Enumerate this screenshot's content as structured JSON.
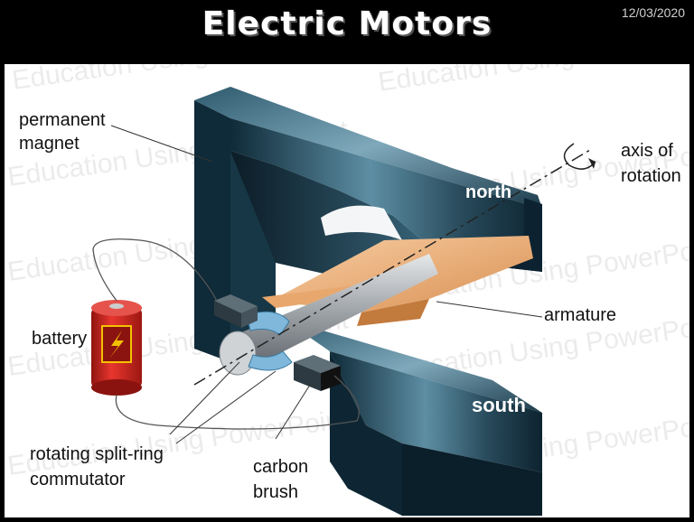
{
  "slide": {
    "title": "Electric Motors",
    "date": "12/03/2020"
  },
  "watermark": "Education Using PowerPoint",
  "labels": {
    "permanent_magnet_1": "permanent",
    "permanent_magnet_2": "magnet",
    "axis_of_rotation_1": "axis of",
    "axis_of_rotation_2": "rotation",
    "north": "north",
    "south": "south",
    "battery": "battery",
    "armature": "armature",
    "commutator_1": "rotating split-ring",
    "commutator_2": "commutator",
    "carbon_brush_1": "carbon",
    "carbon_brush_2": "brush"
  },
  "colors": {
    "magnet_dark": "#0f2a38",
    "magnet_mid": "#3d6f86",
    "magnet_light": "#9fc1d0",
    "armature": "#f0b98a",
    "battery_red": "#cc1f1a",
    "shaft": "#b8bcc0"
  }
}
